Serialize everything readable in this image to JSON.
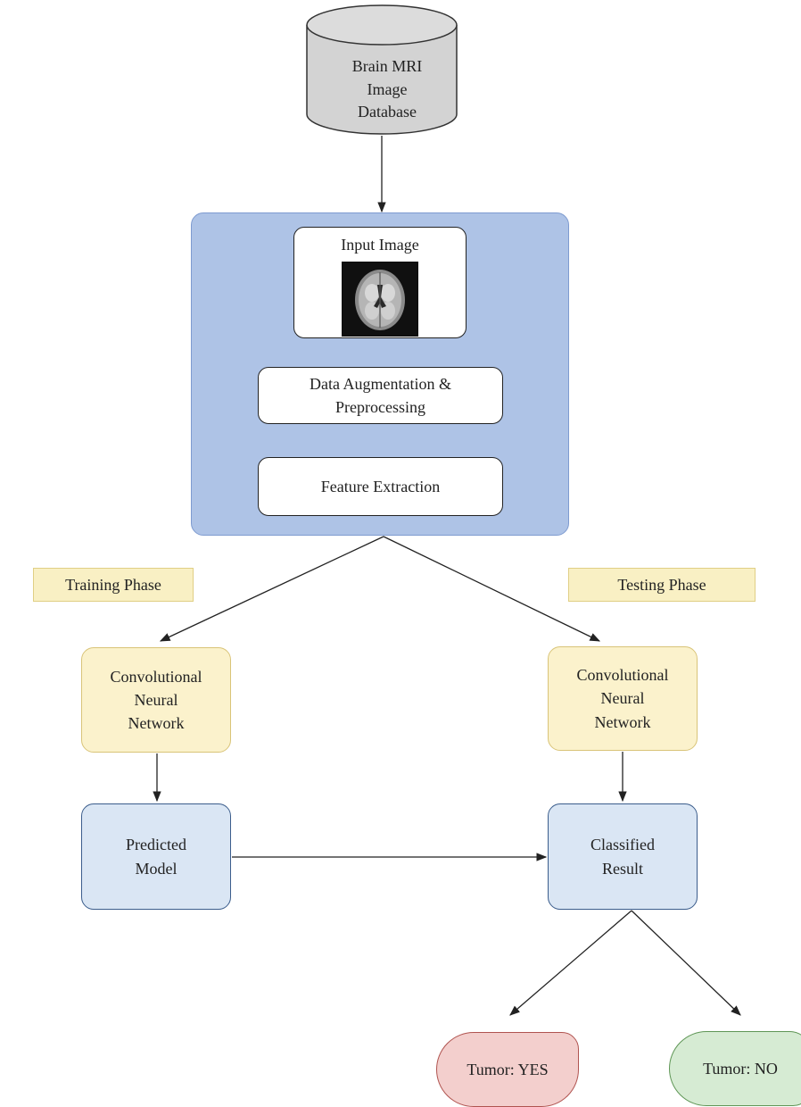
{
  "database": {
    "label": "Brain MRI\nImage\nDatabase"
  },
  "preprocessing": {
    "input_image": "Input Image",
    "augmentation": "Data Augmentation &\nPreprocessing",
    "feature_extraction": "Feature Extraction"
  },
  "phases": {
    "training": "Training Phase",
    "testing": "Testing Phase"
  },
  "training": {
    "cnn": "Convolutional\nNeural\nNetwork",
    "model": "Predicted\nModel"
  },
  "testing": {
    "cnn": "Convolutional\nNeural\nNetwork",
    "result": "Classified\nResult"
  },
  "outputs": {
    "yes": "Tumor: YES",
    "no": "Tumor: NO"
  },
  "colors": {
    "panel": "#aec3e6",
    "phase_label": "#f9f0c4",
    "cnn": "#fbf2cc",
    "model": "#dae6f4",
    "yes": "#f3cfcd",
    "no": "#d6ebd3"
  }
}
